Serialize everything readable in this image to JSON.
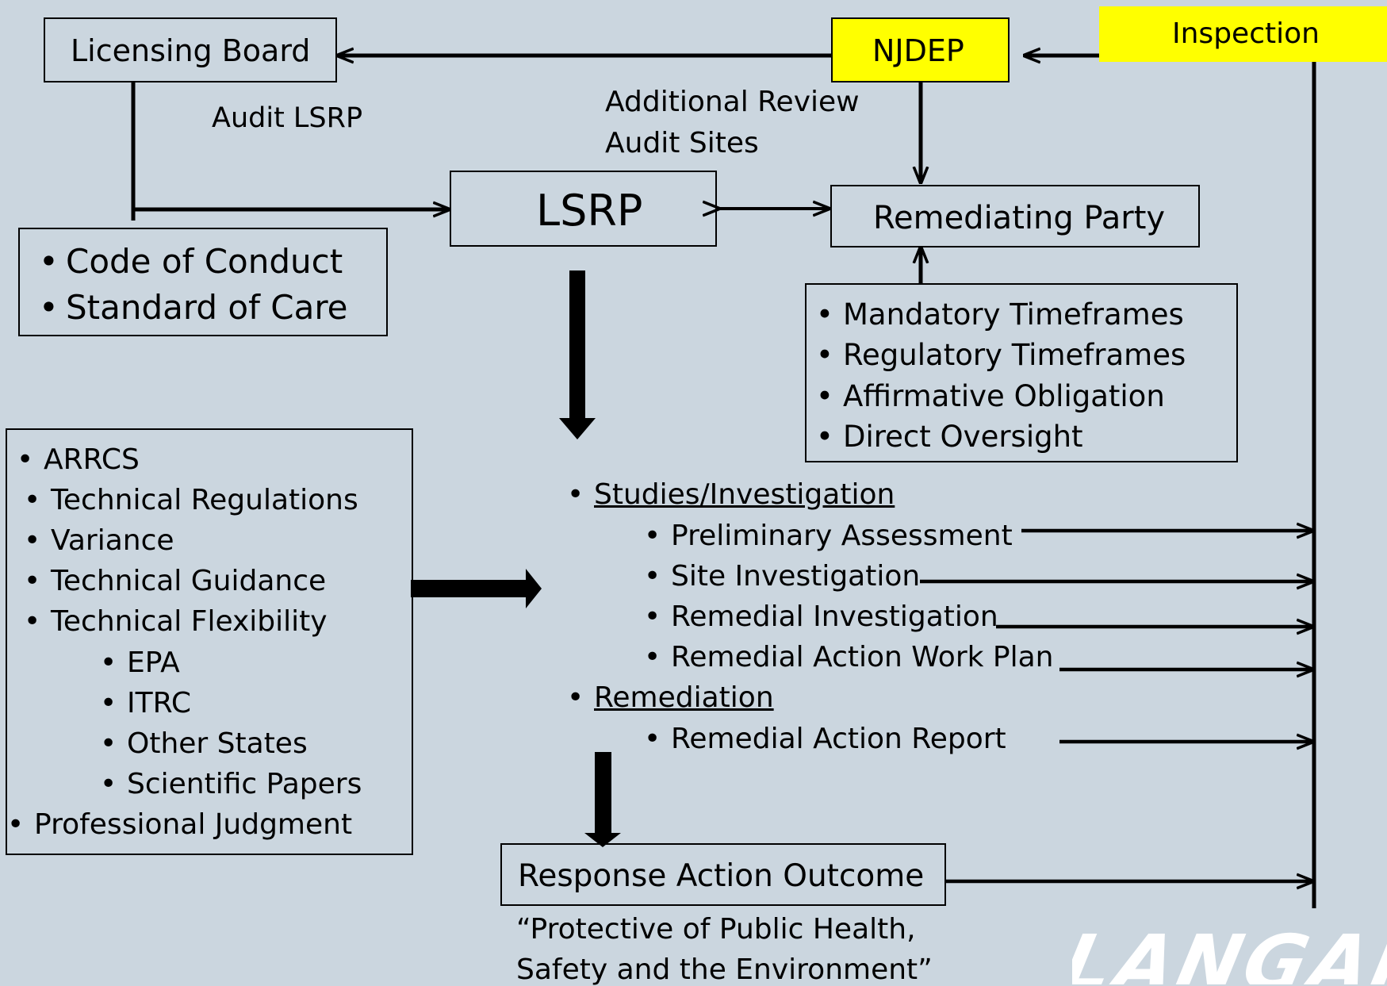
{
  "nodes": {
    "licensing_board": "Licensing Board",
    "njdep": "NJDEP",
    "inspection": "Inspection",
    "lsrp": "LSRP",
    "remediating_party": "Remediating Party",
    "response_action_outcome": "Response Action Outcome"
  },
  "edge_labels": {
    "audit_lsrp": "Audit LSRP",
    "additional_review": "Additional Review",
    "audit_sites": "Audit Sites"
  },
  "lsrp_standards": [
    "Code of Conduct",
    "Standard of Care"
  ],
  "rp_obligations": [
    "Mandatory Timeframes",
    "Regulatory Timeframes",
    "Affirmative Obligation",
    "Direct Oversight"
  ],
  "guidance": {
    "arrcs": "ARRCS",
    "items": [
      "Technical Regulations",
      "Variance",
      "Technical Guidance",
      "Technical Flexibility"
    ],
    "sub_items": [
      "EPA",
      "ITRC",
      "Other States",
      "Scientific Papers"
    ],
    "professional_judgment": "Professional Judgment"
  },
  "phases": {
    "studies_heading": "Studies/Investigation",
    "studies_items": [
      "Preliminary Assessment",
      "Site Investigation",
      "Remedial Investigation",
      "Remedial Action Work Plan"
    ],
    "remediation_heading": "Remediation",
    "remediation_items": [
      "Remedial Action Report"
    ]
  },
  "rao_quote_line1": "“Protective of Public Health,",
  "rao_quote_line2": "Safety and the Environment”",
  "logo_text": "LANGAN",
  "colors": {
    "background": "#cbd6df",
    "highlight": "#ffff00",
    "line": "#000000",
    "logo": "#ffffff"
  }
}
